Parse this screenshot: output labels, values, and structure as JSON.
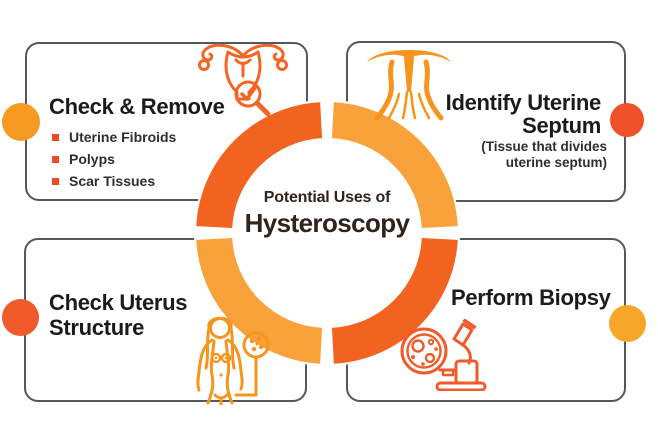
{
  "center": {
    "line1": "Potential Uses of",
    "line2": "Hysteroscopy"
  },
  "cards": {
    "top_left": {
      "title": "Check & Remove",
      "items": [
        "Uterine Fibroids",
        "Polyps",
        "Scar Tissues"
      ],
      "icon": "uterus-magnifier-icon"
    },
    "top_right": {
      "title_line1": "Identify Uterine",
      "title_line2": "Septum",
      "subtitle_line1": "(Tissue that divides",
      "subtitle_line2": "uterine septum)",
      "icon": "uterine-septum-icon"
    },
    "bottom_left": {
      "title_line1": "Check Uterus",
      "title_line2": "Structure",
      "icon": "female-body-exam-icon"
    },
    "bottom_right": {
      "title": "Perform Biopsy",
      "icon": "microscope-petri-dish-icon"
    }
  },
  "colors": {
    "ring_dark": "#F2631F",
    "ring_amber": "#F9A13A",
    "dot_tl": "#F79A22",
    "dot_tr": "#F0502A",
    "dot_bl": "#F15B2B",
    "dot_br": "#F8A629",
    "bullet": "#EE4B25",
    "icon_tl": "#F26522",
    "icon_tr": "#F7941D",
    "icon_bl": "#F7941D",
    "icon_br": "#F15A29",
    "card_border": "#55575B",
    "heading": "#1B1B1B",
    "body_text": "#2E2E2E",
    "center_text": "#2F231C"
  }
}
